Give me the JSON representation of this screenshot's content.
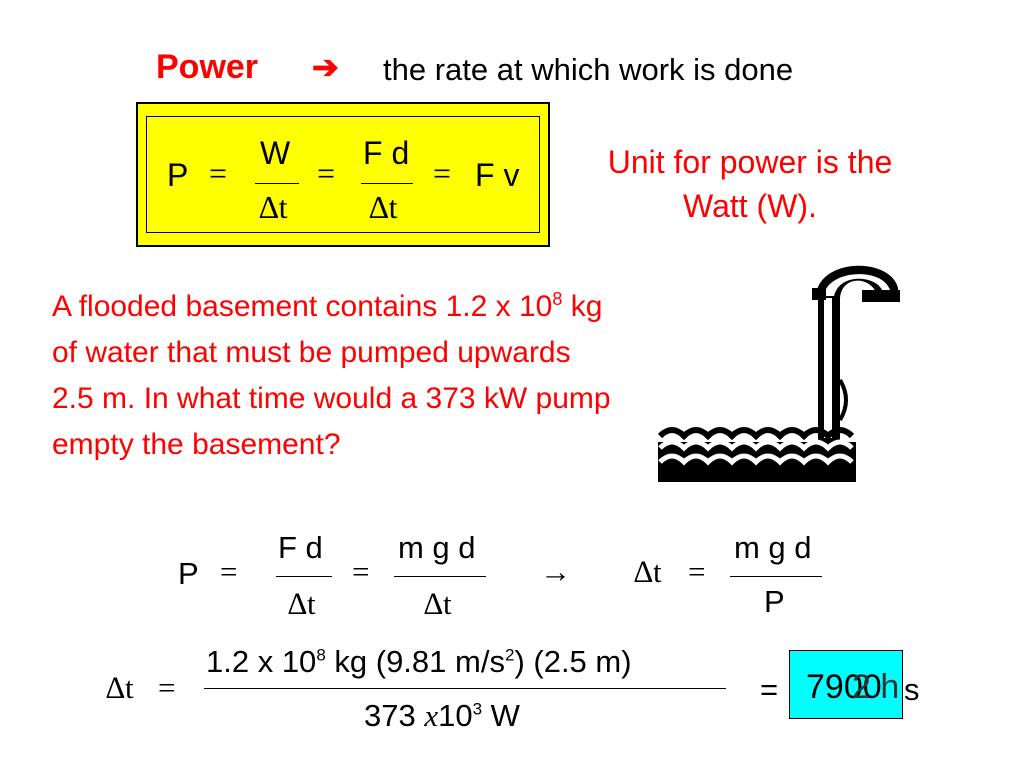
{
  "title": {
    "term": "Power",
    "arrow": "➔",
    "definition": "the rate at which work is done"
  },
  "formula": {
    "P": "P",
    "eq1": "=",
    "num1": "W",
    "den1": "∆t",
    "eq2": "=",
    "num2": "F d",
    "den2": "∆t",
    "eq3": "=",
    "result": "F v"
  },
  "unit_note": "Unit for power is the Watt (W).",
  "problem": {
    "part1": "A flooded basement contains 1.2 x 10",
    "exponent": "8",
    "part2": " kg of water that must be pumped upwards 2.5 m. In what time would a 373 kW pump empty the basement?"
  },
  "derivation": {
    "P": "P",
    "eq1": "=",
    "num1": "F d",
    "den1": "∆t",
    "eq2": "=",
    "num2": "m g d",
    "den2": "∆t",
    "arrow": "→",
    "dt": "∆t",
    "eq3": "=",
    "num3": "m g d",
    "den3": "P"
  },
  "calculation": {
    "dt": "∆t",
    "eq": "=",
    "num_a": "1.2 x 10",
    "num_exp1": "8",
    "num_b": " kg (9.81 m/s",
    "num_exp2": "2",
    "num_c": ") (2.5 m)",
    "den_a": "373 ",
    "den_x": "x",
    "den_b": "10",
    "den_exp": "3",
    "den_c": "  W",
    "result_eq": "=",
    "result_value": "7900",
    "result_overlay": "2 h",
    "result_unit": "s"
  }
}
